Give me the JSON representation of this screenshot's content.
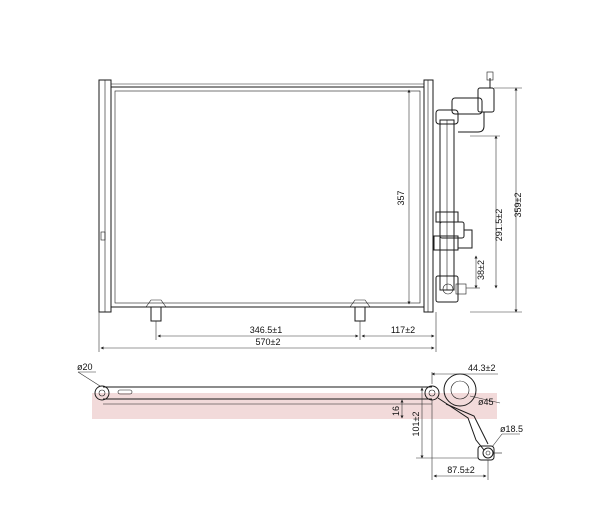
{
  "dimensions": {
    "height_core": "357",
    "core_width": "346.5±1",
    "bracket_offset": "117±2",
    "overall_width": "570±2",
    "overall_height": "359±2",
    "pipe_height": "291.5±2",
    "lower_pipe_height": "38±2",
    "mount_diameter": "ø20",
    "fitting_offset": "44.3±2",
    "fitting_diameter": "ø45",
    "rail_gap": "16",
    "side_height": "101±2",
    "small_diameter": "ø18.5",
    "side_width": "87.5±2"
  },
  "colors": {
    "line": "#1a1a1a",
    "highlight": "#f2dada"
  }
}
